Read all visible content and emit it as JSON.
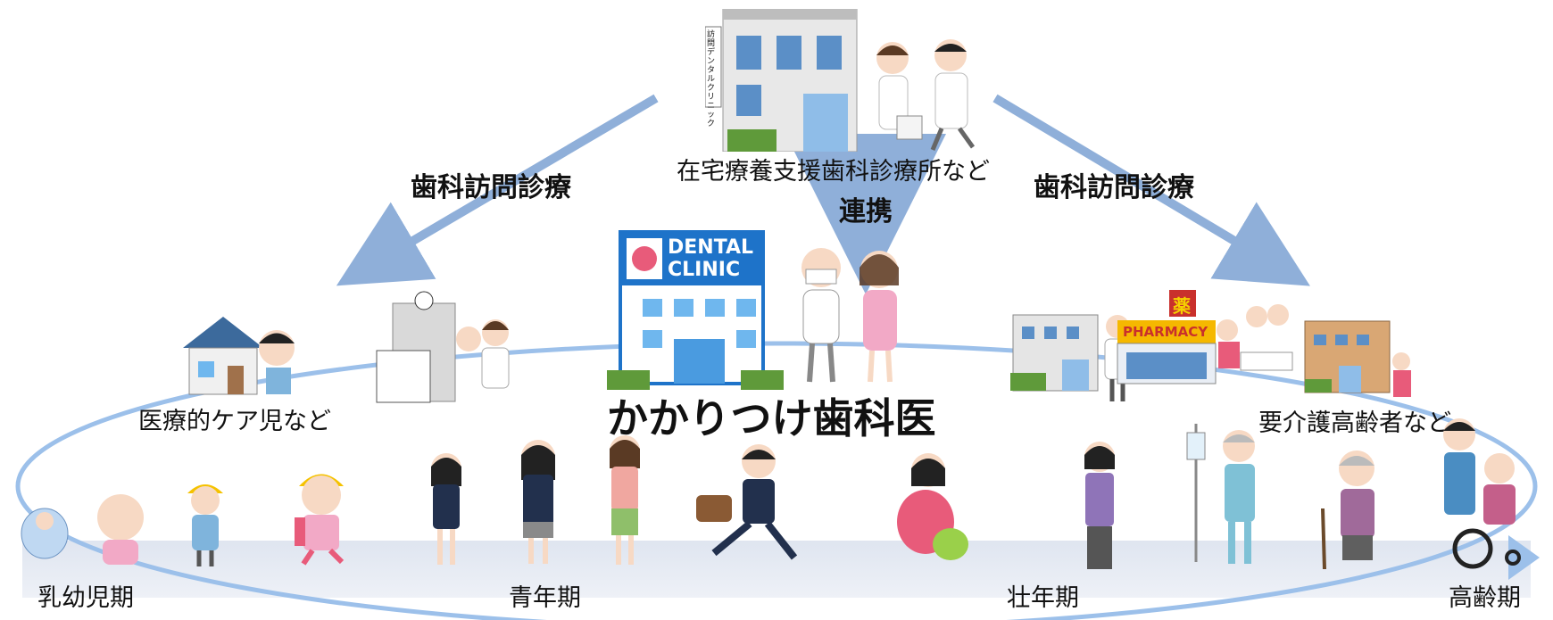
{
  "top_facility": {
    "label": "在宅療養支援歯科診療所など",
    "sign": "訪問デンタルクリニック"
  },
  "arrows": {
    "left_label": "歯科訪問診療",
    "right_label": "歯科訪問診療",
    "center_label": "連携"
  },
  "center": {
    "title": "かかりつけ歯科医",
    "clinic_sign_line1": "DENTAL",
    "clinic_sign_line2": "CLINIC"
  },
  "left_group": {
    "label": "医療的ケア児など"
  },
  "right_group": {
    "label": "要介護高齢者など",
    "pharmacy_sign": "PHARMACY",
    "pharmacy_mark": "薬"
  },
  "life_stages": [
    "乳幼児期",
    "青年期",
    "壮年期",
    "高齢期"
  ],
  "colors": {
    "arrow_blue": "#8fafd9",
    "ring_blue": "#9cc0ea",
    "ground": "#dfe5f0",
    "clinic_blue": "#1e73c9"
  }
}
